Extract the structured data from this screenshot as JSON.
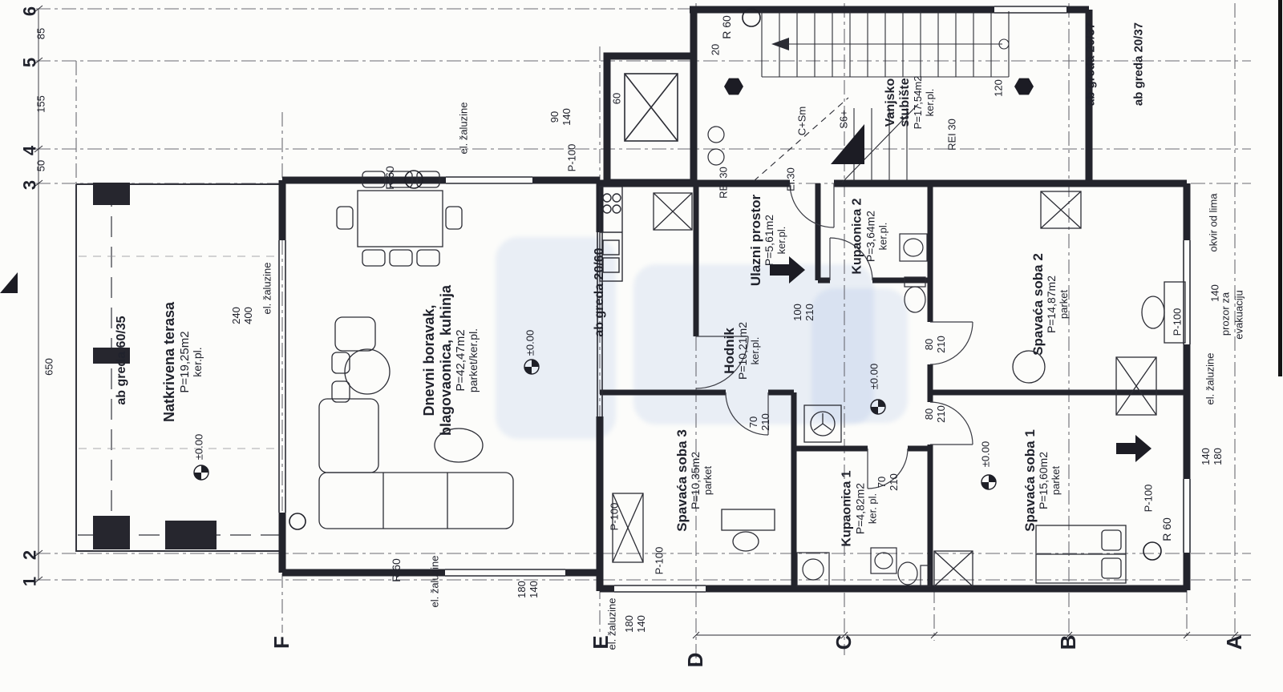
{
  "drawing": {
    "axes": {
      "rows": [
        "6",
        "5",
        "4",
        "3",
        "2",
        "1"
      ],
      "cols": [
        "F",
        "E",
        "D",
        "C",
        "B",
        "A"
      ]
    },
    "rooms": {
      "terrace": {
        "name": "Natkrivena terasa",
        "area": "P=19,25m2",
        "floor": "ker.pl."
      },
      "living": {
        "name1": "Dnevni boravak,",
        "name2": "blagovaonica, kuhinja",
        "area": "P=42,47m2",
        "floor": "parket/ker.pl."
      },
      "entrance": {
        "name": "Ulazni prostor",
        "area": "P=5,61m2",
        "floor": "ker.pl."
      },
      "hall": {
        "name": "Hodnik",
        "area": "P=10,21m2",
        "floor": "ker.pl."
      },
      "bath2": {
        "name": "Kupaonica 2",
        "area": "P=3,64m2",
        "floor": "ker.pl."
      },
      "bed2": {
        "name": "Spavaća soba 2",
        "area": "P=14,87m2",
        "floor": "parket"
      },
      "bed3": {
        "name": "Spavaća soba 3",
        "area": "P=10,35m2",
        "floor": "parket"
      },
      "bath1": {
        "name": "Kupaonica 1",
        "area": "P=4,82m2",
        "floor": "ker. pl."
      },
      "bed1": {
        "name": "Spavaća soba 1",
        "area": "P=15,60m2",
        "floor": "parket"
      },
      "stairs": {
        "name1": "Vanjsko",
        "name2": "stubište",
        "area": "P=17,54m2",
        "floor": "ker.pl."
      }
    },
    "beams": {
      "b60_35": "ab greda 60/35",
      "b20_60": "ab greda 20/60",
      "b20_37": "ab greda 20/37"
    },
    "labels": {
      "blinds": "el. žaluzine",
      "sheet_frame": "okvir od lima",
      "evac_line1": "prozor za",
      "evac_line2": "evakuaciju",
      "level_zero": "±0.00",
      "r60": "R 60",
      "rei30": "REI 30",
      "el30": "El.30",
      "s6": "S6+",
      "c_sm": "C+Sm",
      "p100": "P-100"
    },
    "dims": {
      "v85": "85",
      "v155": "155",
      "v50": "50",
      "v650": "650",
      "v240": "240",
      "v400": "400",
      "v90": "90",
      "v140": "140",
      "v60": "60",
      "v20": "20",
      "v120": "120",
      "v180": "180",
      "v70": "70",
      "v80": "80",
      "v100": "100",
      "v210": "210"
    }
  }
}
